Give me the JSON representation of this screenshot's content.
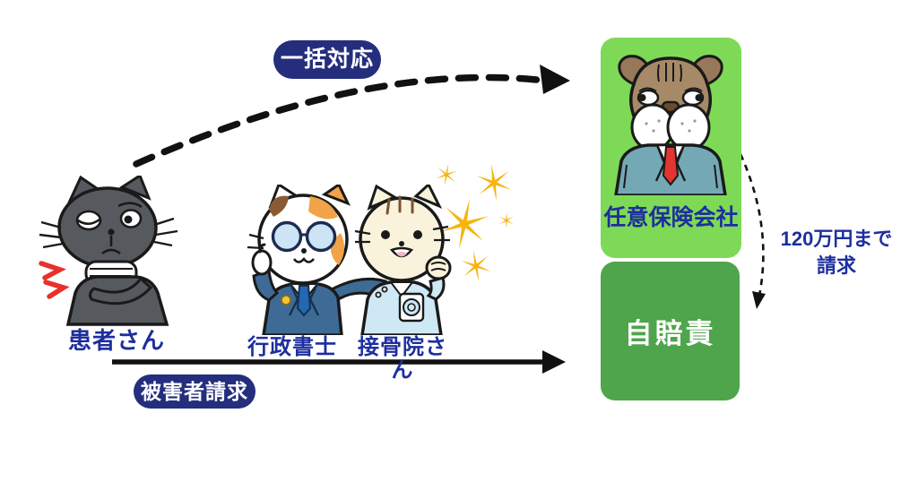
{
  "labels": {
    "batch_badge": "一括対応",
    "victim_badge": "被害者請求",
    "patient": "患者さん",
    "scrivener": "行政書士",
    "clinic": "接骨院さん",
    "insurer": "任意保険会社",
    "jibaiseki": "自賠責",
    "claim_line1": "120万円まで",
    "claim_line2": "請求"
  },
  "colors": {
    "navy": "#242e7d",
    "text-blue": "#1d2f9e",
    "light-green": "#7ed957",
    "dark-green": "#4fa54c",
    "arrow-black": "#111111",
    "sparkle-yellow": "#f6b40d",
    "pain-red": "#e8312a",
    "suit-steel-blue": "#3e6b95",
    "suit-teal": "#74a8b4",
    "tie-red": "#e23430"
  },
  "icons": {
    "batch_arrow": "curved-dashed-arrow-right",
    "victim_arrow": "solid-arrow-right",
    "claim_arrow": "thin-dashed-arrow-down",
    "sparkles": "sparkle-stars",
    "patient": "injured-black-cat",
    "scrivener": "calico-cat-in-suit",
    "clinic": "cream-cat-in-scrubs",
    "insurer": "bulldog-in-suit",
    "pain": "red-pain-flash"
  }
}
